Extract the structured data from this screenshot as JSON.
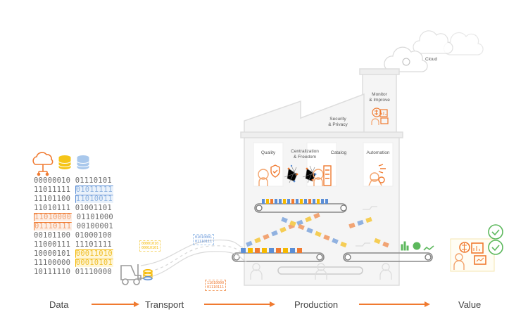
{
  "stages": [
    "Data",
    "Transport",
    "Production",
    "Value"
  ],
  "factory": {
    "cloud_label": "Cloud",
    "tower_label": "Monitor\n& Improve",
    "roof_label": "Security\n& Privacy",
    "sections": [
      "Quality",
      "Centralization\n& Freedom",
      "Catalog",
      "Automation"
    ]
  },
  "binary_rows": [
    [
      {
        "t": "00000010 01110101"
      }
    ],
    [
      {
        "t": "11011111 "
      },
      {
        "t": "01011111",
        "c": "blue"
      }
    ],
    [
      {
        "t": "11101100 "
      },
      {
        "t": "11010011",
        "c": "blue"
      }
    ],
    [
      {
        "t": "11010111 01001101"
      }
    ],
    [
      {
        "t": "11010000",
        "c": "orange"
      },
      {
        "t": " 01101000"
      }
    ],
    [
      {
        "t": "01110111",
        "c": "orange"
      },
      {
        "t": " 00100001"
      }
    ],
    [
      {
        "t": "00101100 01000100"
      }
    ],
    [
      {
        "t": "11000111 11101111"
      }
    ],
    [
      {
        "t": "10000101 "
      },
      {
        "t": "00011010",
        "c": "yellow"
      }
    ],
    [
      {
        "t": "11100000 "
      },
      {
        "t": "00010101",
        "c": "yellow"
      }
    ],
    [
      {
        "t": "10111110 01110000"
      }
    ]
  ],
  "packets": [
    {
      "lines": [
        "00001010",
        "00010101"
      ],
      "c": "yellow"
    },
    {
      "lines": [
        "01010001",
        "01110111"
      ],
      "c": "blue"
    },
    {
      "lines": [
        "11010000",
        "01110111"
      ],
      "c": "orange"
    }
  ],
  "colors": {
    "orange": "#f07a30",
    "yellow": "#f5b800",
    "blue": "#5b8ed6",
    "green": "#5cb85c",
    "grey_line": "#cfcfcf",
    "arrow": "#f07a30"
  },
  "icons": [
    "cloud-network-icon",
    "database-yellow-icon",
    "database-blue-icon",
    "forklift-icon",
    "factory-icon",
    "conveyor-belt-icon",
    "person-dollar-chart-icon",
    "check-circle-icon"
  ]
}
